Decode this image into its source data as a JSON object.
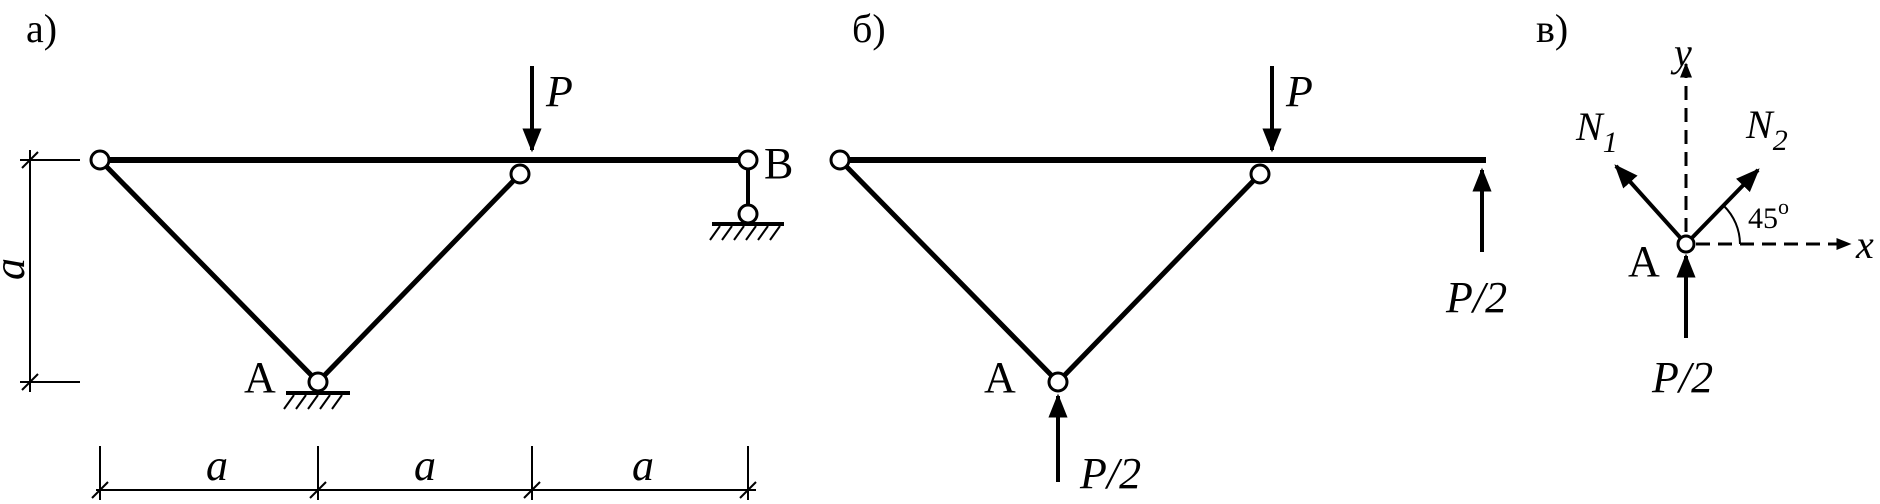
{
  "panels": {
    "a": "а)",
    "b": "б)",
    "c": "в)"
  },
  "panel_a": {
    "load": "P",
    "node_A": "A",
    "node_B": "B",
    "height_dim": "a",
    "span_dims": [
      "a",
      "a",
      "a"
    ]
  },
  "panel_b": {
    "load": "P",
    "node_A": "A",
    "reaction_right": "P/2",
    "reaction_bottom": "P/2"
  },
  "panel_c": {
    "axis_y": "y",
    "axis_x": "x",
    "force_N1": "N",
    "force_N1_sub": "1",
    "force_N2": "N",
    "force_N2_sub": "2",
    "angle": "45",
    "angle_unit": "o",
    "node_A": "A",
    "reaction": "P/2"
  }
}
